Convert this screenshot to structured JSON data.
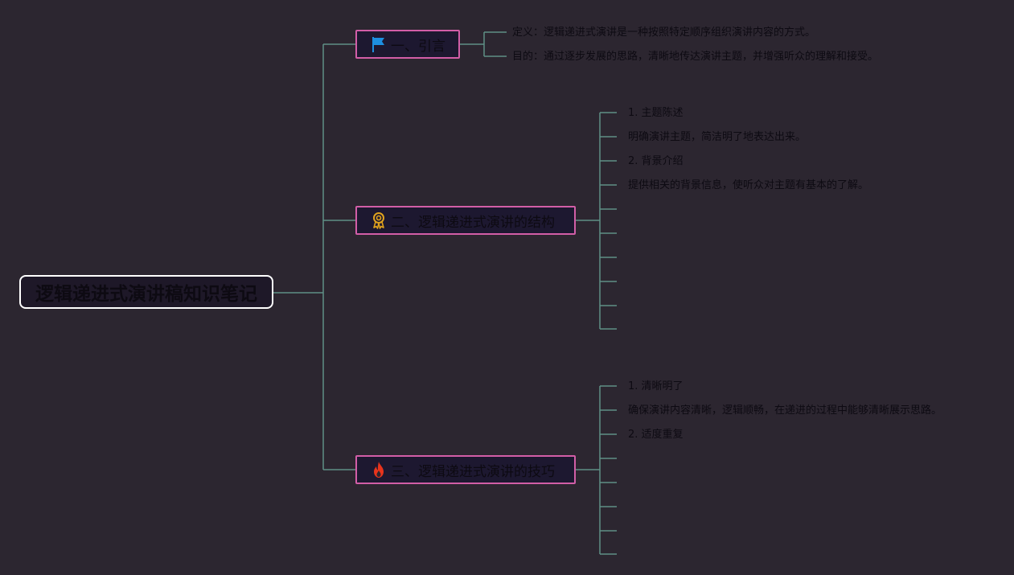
{
  "root": {
    "title": "逻辑递进式演讲稿知识笔记"
  },
  "topics": [
    {
      "label": "一、引言",
      "icon": "flag-icon",
      "children": [
        "定义：逻辑递进式演讲是一种按照特定顺序组织演讲内容的方式。",
        "目的：通过逐步发展的思路，清晰地传达演讲主题，并增强听众的理解和接受。"
      ]
    },
    {
      "label": "二、逻辑递进式演讲的结构",
      "icon": "award-ribbon-icon",
      "children": [
        "1. 主题陈述",
        "明确演讲主题，简洁明了地表达出来。",
        "2. 背景介绍",
        "提供相关的背景信息，使听众对主题有基本的了解。"
      ]
    },
    {
      "label": "三、逻辑递进式演讲的技巧",
      "icon": "fire-icon",
      "children": [
        "1. 清晰明了",
        "确保演讲内容清晰，逻辑顺畅，在递进的过程中能够清晰展示思路。",
        "2. 适度重复"
      ]
    }
  ],
  "colors": {
    "background": "#2c2630",
    "connector": "#5e8f86",
    "topic_border": "#d25ea7",
    "root_border": "#ffffff",
    "flag": "#1d8fe0",
    "award": "#e0a21d",
    "fire": "#e8341c"
  }
}
